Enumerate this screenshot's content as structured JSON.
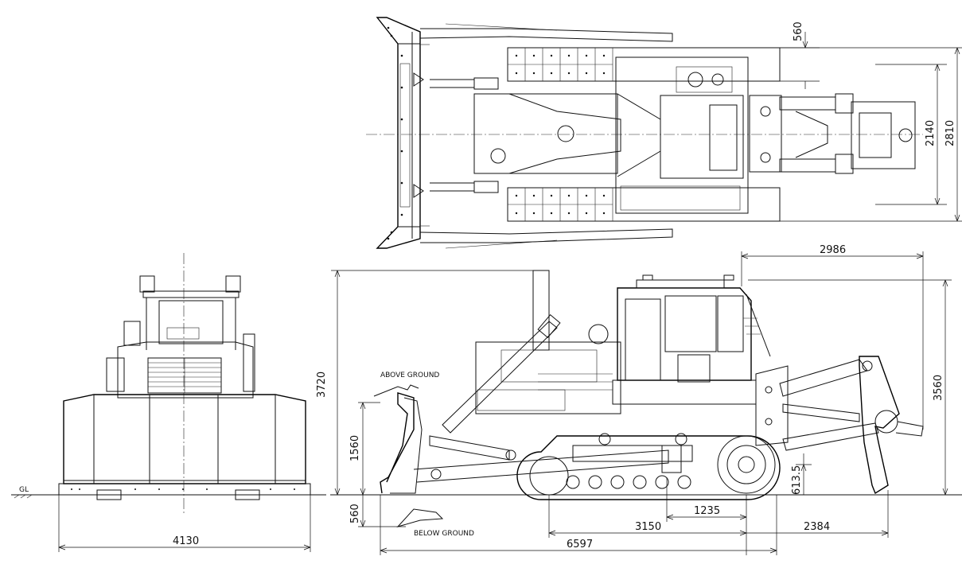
{
  "dimensions": {
    "top_shank_offset": "560",
    "top_inner_width": "2140",
    "top_outer_width": "2810",
    "side_ripper_length": "2986",
    "side_total_height": "3720",
    "side_ripper_height": "3560",
    "side_blade_height": "1560",
    "side_ripper_depth": "613.5",
    "side_dig_depth": "560",
    "side_1235": "1235",
    "side_3150": "3150",
    "side_2384": "2384",
    "side_total_length": "6597",
    "front_blade_width": "4130"
  },
  "labels": {
    "ground_line": "GL",
    "above_ground": "ABOVE GROUND",
    "below_ground": "BELOW GROUND"
  }
}
